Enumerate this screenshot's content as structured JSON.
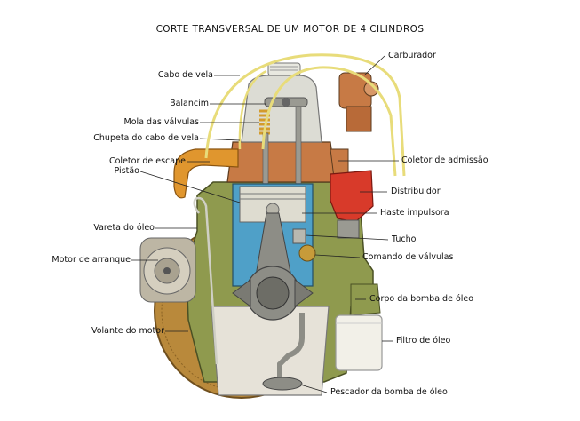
{
  "title": "CORTE TRANSVERSAL DE UM MOTOR DE 4 CILINDROS",
  "labels": {
    "cabo_de_vela": "Cabo de vela",
    "balancim": "Balancim",
    "mola_das_valvulas": "Mola das válvulas",
    "chupeta_do_cabo_de_vela": "Chupeta do cabo de vela",
    "coletor_de_escape": "Coletor de escape",
    "pistao": "Pistão",
    "vareta_do_oleo": "Vareta do óleo",
    "motor_de_arranque": "Motor de arranque",
    "volante_do_motor": "Volante do motor",
    "carburador": "Carburador",
    "coletor_de_admissao": "Coletor de admissão",
    "distribuidor": "Distribuidor",
    "haste_impulsora": "Haste impulsora",
    "tucho": "Tucho",
    "comando_de_valvulas": "Comando de válvulas",
    "corpo_da_bomba_de_oleo": "Corpo da bomba de óleo",
    "filtro_de_oleo": "Filtro de óleo",
    "pescador_da_bomba_de_oleo": "Pescador da bomba de óleo"
  },
  "colors": {
    "block_green": "#8f9a4e",
    "pan_white": "#e6e2d8",
    "exhaust_orange": "#e0962e",
    "distributor_red": "#d83a2a",
    "piston_blue": "#4fa0c8",
    "rod_gray": "#8d8d86",
    "wire_yellow": "#e8dc7a"
  }
}
